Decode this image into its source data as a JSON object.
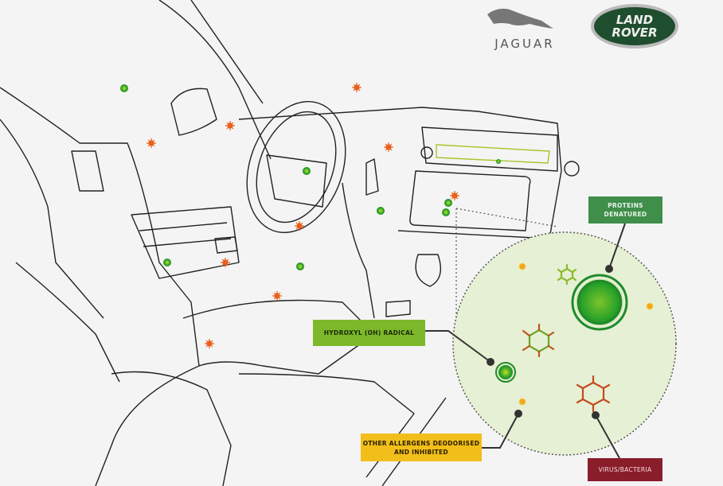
{
  "brands": {
    "jaguar": "JAGUAR",
    "land_rover": "LAND-ROVER"
  },
  "labels": {
    "proteins": "PROTEINS DENATURED",
    "hydroxyl": "HYDROXYL (OH) RADICAL",
    "allergens": "OTHER ALLERGENS DEODORISED AND INHIBITED",
    "virus": "VIRUS/BACTERIA"
  },
  "colors": {
    "hydroxyl_green": "#7cb82a",
    "protein_green": "#3f8e4a",
    "allergen_yellow": "#f2be1a",
    "virus_red": "#8a1d2a",
    "particle_orange": "#e8601c",
    "zoom_circle_fill": "#e6f0d4"
  }
}
